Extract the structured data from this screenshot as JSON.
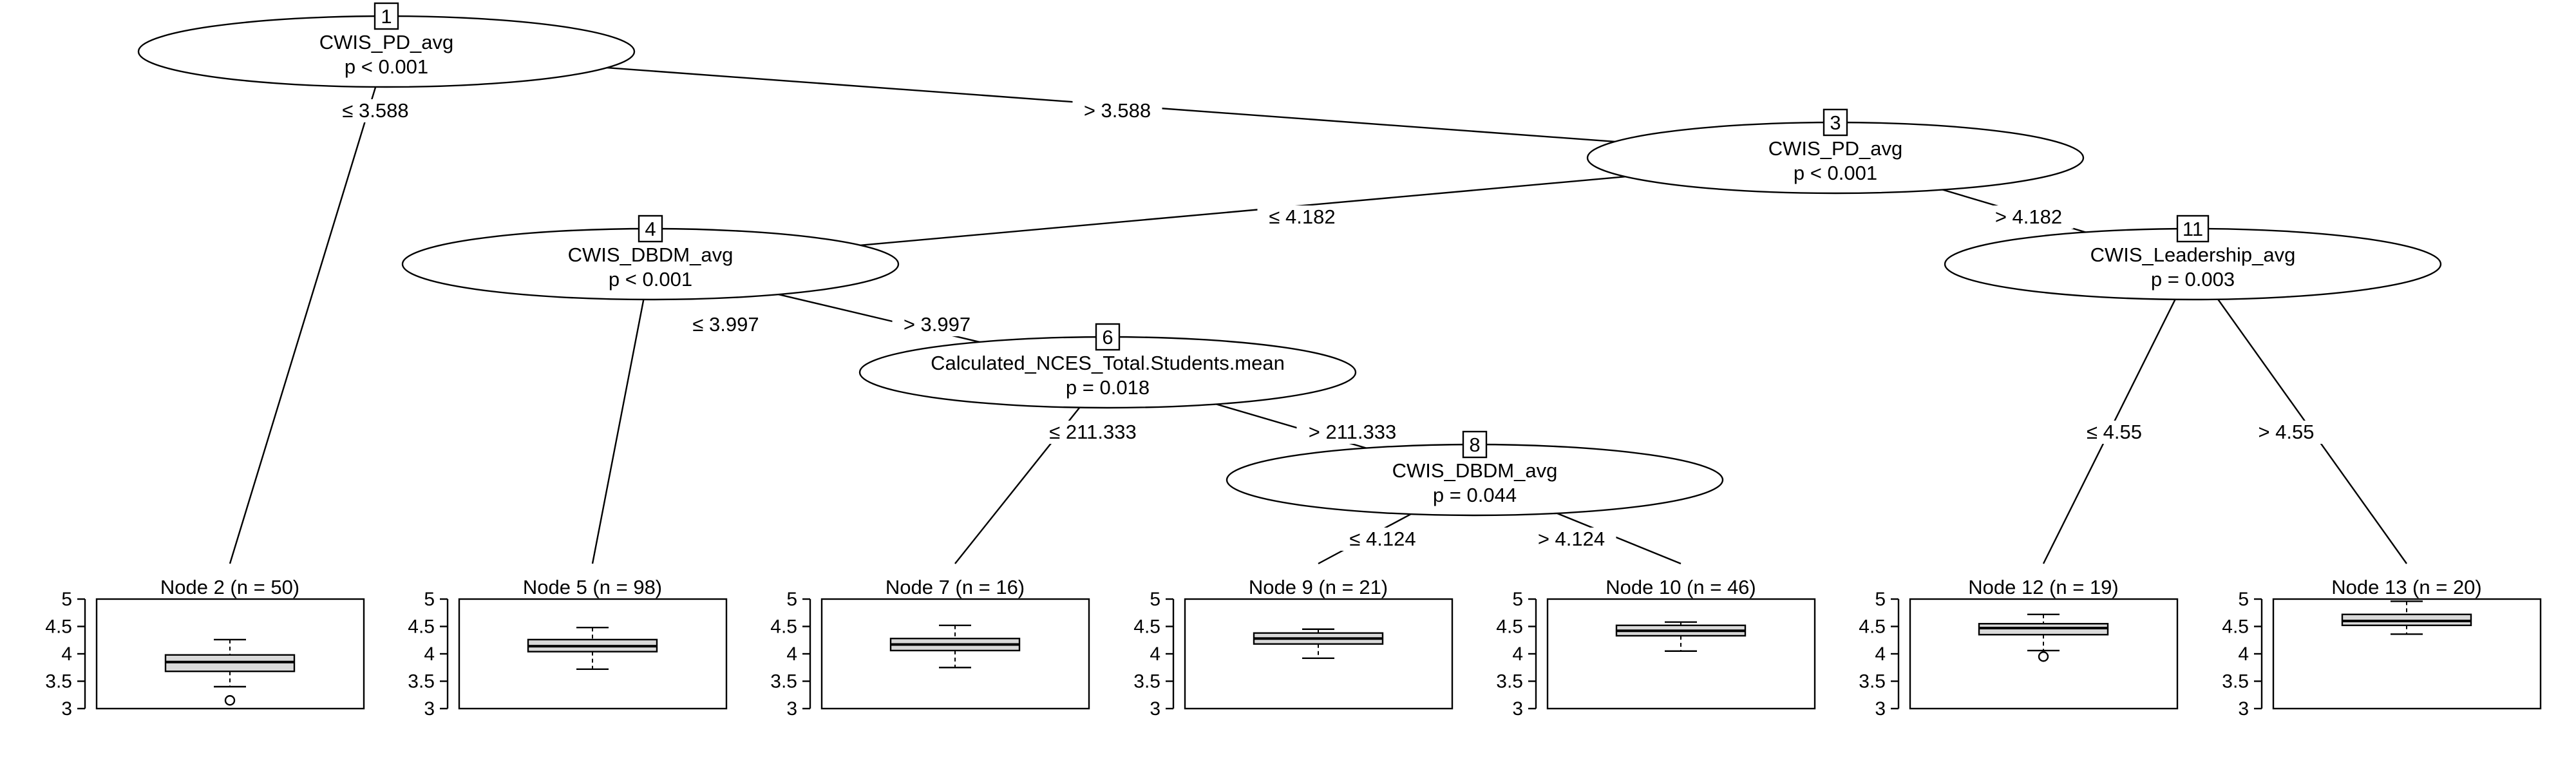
{
  "inner_nodes": [
    {
      "id": "1",
      "variable": "CWIS_PD_avg",
      "pvalue": "p < 0.001"
    },
    {
      "id": "3",
      "variable": "CWIS_PD_avg",
      "pvalue": "p < 0.001"
    },
    {
      "id": "4",
      "variable": "CWIS_DBDM_avg",
      "pvalue": "p < 0.001"
    },
    {
      "id": "6",
      "variable": "Calculated_NCES_Total.Students.mean",
      "pvalue": "p = 0.018"
    },
    {
      "id": "8",
      "variable": "CWIS_DBDM_avg",
      "pvalue": "p = 0.044"
    },
    {
      "id": "11",
      "variable": "CWIS_Leadership_avg",
      "pvalue": "p = 0.003"
    }
  ],
  "edges": [
    {
      "from": "1",
      "to": "2",
      "label": "≤ 3.588"
    },
    {
      "from": "1",
      "to": "3",
      "label": "> 3.588"
    },
    {
      "from": "3",
      "to": "4",
      "label": "≤ 4.182"
    },
    {
      "from": "3",
      "to": "11",
      "label": "> 4.182"
    },
    {
      "from": "4",
      "to": "5",
      "label": "≤ 3.997"
    },
    {
      "from": "4",
      "to": "6",
      "label": "> 3.997"
    },
    {
      "from": "6",
      "to": "7",
      "label": "≤ 211.333"
    },
    {
      "from": "6",
      "to": "8",
      "label": "> 211.333"
    },
    {
      "from": "8",
      "to": "9",
      "label": "≤ 4.124"
    },
    {
      "from": "8",
      "to": "10",
      "label": "> 4.124"
    },
    {
      "from": "11",
      "to": "12",
      "label": "≤ 4.55"
    },
    {
      "from": "11",
      "to": "13",
      "label": "> 4.55"
    }
  ],
  "terminal_nodes": [
    {
      "id": "2",
      "title": "Node 2 (n = 50)",
      "whisker_low": 3.4,
      "q1": 3.68,
      "median": 3.85,
      "q3": 3.98,
      "whisker_high": 4.26,
      "outliers": [
        3.15
      ]
    },
    {
      "id": "5",
      "title": "Node 5 (n = 98)",
      "whisker_low": 3.72,
      "q1": 4.04,
      "median": 4.14,
      "q3": 4.26,
      "whisker_high": 4.48,
      "outliers": []
    },
    {
      "id": "7",
      "title": "Node 7 (n = 16)",
      "whisker_low": 3.75,
      "q1": 4.06,
      "median": 4.17,
      "q3": 4.28,
      "whisker_high": 4.52,
      "outliers": []
    },
    {
      "id": "9",
      "title": "Node 9 (n = 21)",
      "whisker_low": 3.92,
      "q1": 4.18,
      "median": 4.28,
      "q3": 4.38,
      "whisker_high": 4.45,
      "outliers": []
    },
    {
      "id": "10",
      "title": "Node 10 (n = 46)",
      "whisker_low": 4.05,
      "q1": 4.33,
      "median": 4.42,
      "q3": 4.52,
      "whisker_high": 4.58,
      "outliers": []
    },
    {
      "id": "12",
      "title": "Node 12 (n = 19)",
      "whisker_low": 4.06,
      "q1": 4.35,
      "median": 4.47,
      "q3": 4.55,
      "whisker_high": 4.72,
      "outliers": [
        3.95
      ]
    },
    {
      "id": "13",
      "title": "Node 13 (n = 20)",
      "whisker_low": 4.36,
      "q1": 4.52,
      "median": 4.6,
      "q3": 4.72,
      "whisker_high": 4.96,
      "outliers": []
    }
  ],
  "axis": {
    "ylim": [
      3,
      5
    ],
    "ticks": [
      "5",
      "4.5",
      "4",
      "3.5",
      "3"
    ]
  },
  "colors": {
    "box_fill": "#d9d9d9",
    "line": "#000000",
    "background": "#ffffff"
  }
}
